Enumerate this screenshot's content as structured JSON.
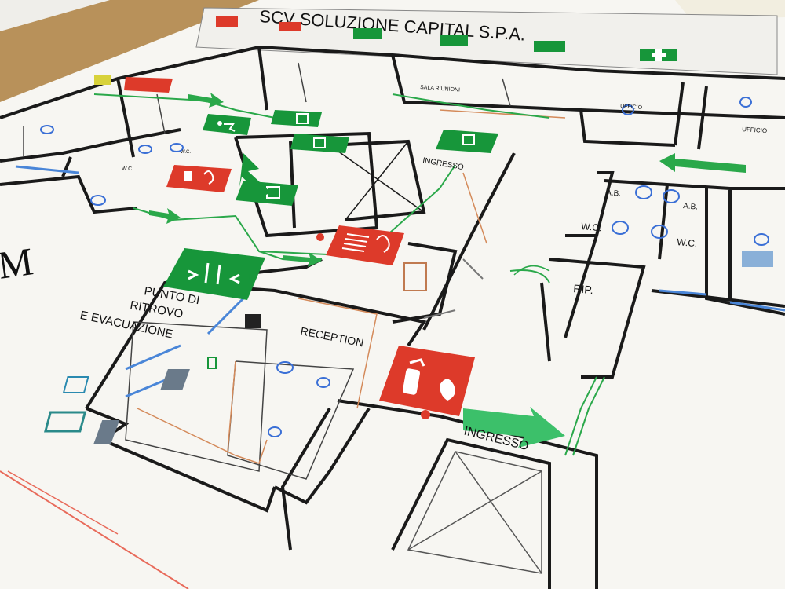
{
  "header": {
    "title": "SCV SOLUZIONE CAPITAL S.P.A."
  },
  "room_labels": {
    "sala_riunioni": "SALA RIUNIONI",
    "ufficio_1": "UFFICIO",
    "ufficio_2": "UFFICIO",
    "wc_left": "W.C.",
    "wc_small": "W.C.",
    "ab_1": "A.B.",
    "ab_2": "A.B.",
    "wc_right_1": "W.C.",
    "wc_right_2": "W.C.",
    "rip": "RIP.",
    "reception": "RECEPTION",
    "ingresso_top": "INGRESSO",
    "ingresso_bottom": "INGRESSO"
  },
  "assembly_point": {
    "line1": "PUNTO DI",
    "line2": "RITROVO",
    "line3": "E EVACUAZIONE"
  },
  "logo_text": "M",
  "colors": {
    "safety_green": "#17963a",
    "fire_red": "#dd3a2a",
    "route_green": "#2aa84a",
    "wall": "#1a1a1a",
    "furniture_blue": "#3a6fd6",
    "desk_orange": "#d48a5a",
    "paper": "#f7f6f2",
    "table_wood": "#b8915a"
  },
  "icons": [
    "emergency-exit-icon",
    "fire-extinguisher-icon",
    "fire-alarm-icon",
    "assembly-point-icon",
    "first-aid-icon"
  ]
}
